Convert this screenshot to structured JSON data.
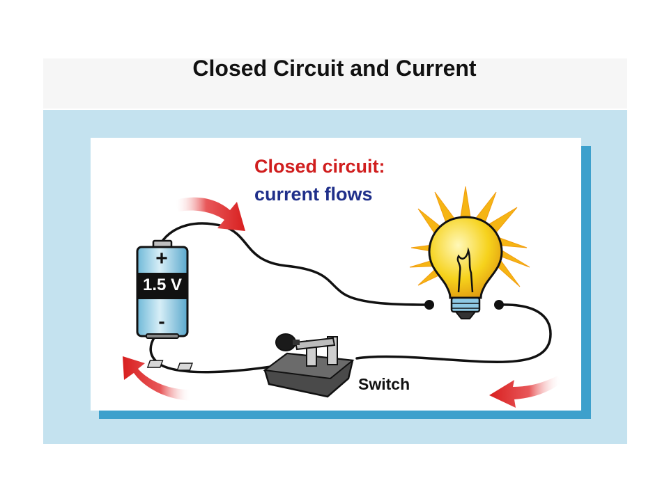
{
  "title": "Closed Circuit and Current",
  "caption": {
    "line1": "Closed circuit:",
    "line2": "current flows",
    "line1_color": "#d01e1e",
    "line2_color": "#1f2f8a"
  },
  "battery": {
    "positive": "+",
    "negative": "-",
    "voltage": "1.5 V"
  },
  "switch": {
    "label": "Switch"
  },
  "colors": {
    "frame": "#c4e2ef",
    "panel_shadow": "#3da0cc",
    "arrow": "#d81f1f",
    "wire": "#111111",
    "bulb": "#f6d21c",
    "rays": "#f4b416"
  },
  "icons": [
    "battery-icon",
    "light-bulb-icon",
    "knife-switch-icon",
    "current-arrow-icon"
  ]
}
